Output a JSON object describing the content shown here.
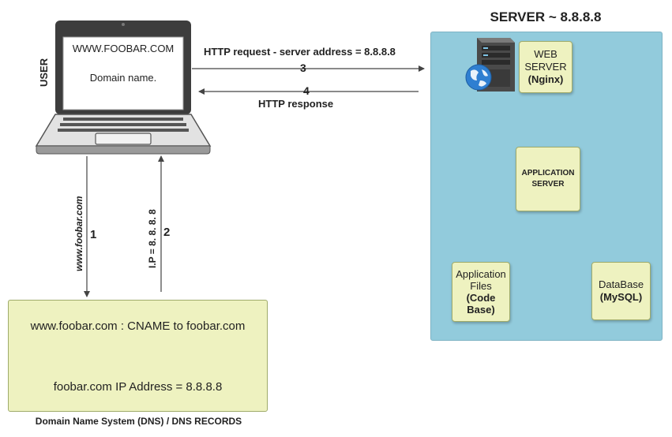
{
  "header": {
    "server_title": "SERVER  ~  8.8.8.8"
  },
  "user": {
    "label": "USER",
    "screen_line1": "WWW.FOOBAR.COM",
    "screen_line2": "Domain name."
  },
  "arrows": {
    "request_label": "HTTP request - server address = 8.8.8.8",
    "request_num": "3",
    "response_num": "4",
    "response_label": "HTTP response",
    "query_label": "www.foobar.com",
    "query_num": "1",
    "answer_label": "I.P = 8. 8. 8. 8",
    "answer_num": "2"
  },
  "server": {
    "web_line1": "WEB",
    "web_line2": "SERVER",
    "web_line3": "(Nginx)",
    "app_line1": "APPLICATION",
    "app_line2": "SERVER",
    "files_line1": "Application",
    "files_line2": "Files",
    "files_line3": "(Code",
    "files_line4": "Base)",
    "db_line1": "DataBase",
    "db_line2": "(MySQL)"
  },
  "dns": {
    "cname_text": "www.foobar.com : CNAME to foobar.com",
    "ip_text": "foobar.com IP Address = 8.8.8.8",
    "caption": "Domain Name System (DNS) / DNS RECORDS"
  },
  "colors": {
    "server_bg": "#92cbdc",
    "node_bg": "#eef2c0",
    "arrow": "#444444"
  },
  "icons": [
    "laptop-icon",
    "server-tower-icon",
    "globe-icon"
  ]
}
